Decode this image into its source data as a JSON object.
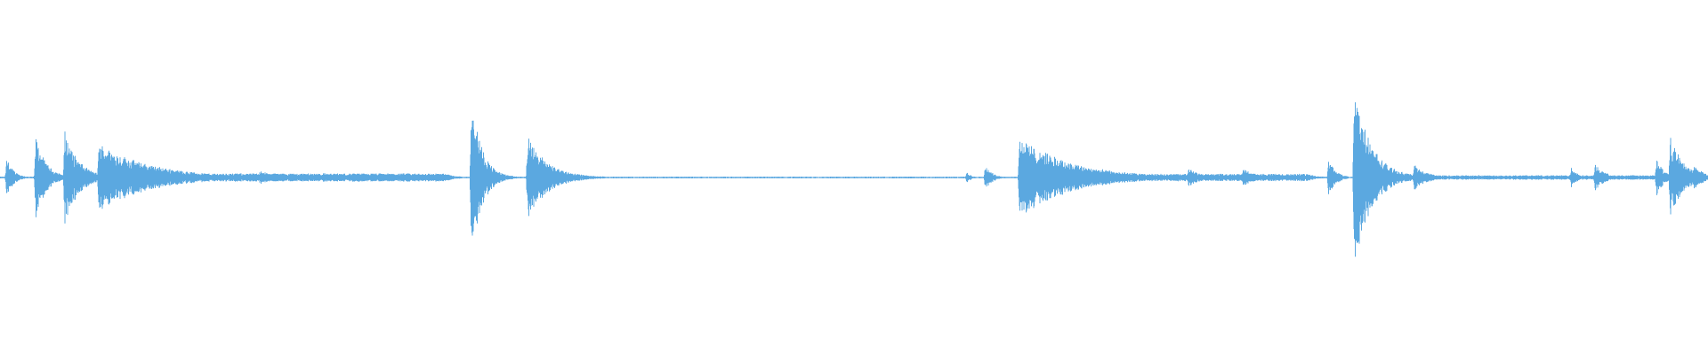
{
  "waveform": {
    "color": "#5ba8e0",
    "background": "#ffffff",
    "amplitude_scale": "linear",
    "baseline_noise_level": 0.02,
    "transients": [
      {
        "position": 0.004,
        "peak": 0.22,
        "decay": 0.004
      },
      {
        "position": 0.021,
        "peak": 0.45,
        "decay": 0.006
      },
      {
        "position": 0.038,
        "peak": 0.52,
        "decay": 0.008
      },
      {
        "position": 0.058,
        "peak": 0.38,
        "decay": 0.03
      },
      {
        "position": 0.152,
        "peak": 0.08,
        "decay": 0.01
      },
      {
        "position": 0.19,
        "peak": 0.05,
        "decay": 0.01
      },
      {
        "position": 0.276,
        "peak": 0.95,
        "decay": 0.006
      },
      {
        "position": 0.309,
        "peak": 0.45,
        "decay": 0.012
      },
      {
        "position": 0.566,
        "peak": 0.06,
        "decay": 0.003
      },
      {
        "position": 0.577,
        "peak": 0.14,
        "decay": 0.004
      },
      {
        "position": 0.597,
        "peak": 0.45,
        "decay": 0.03
      },
      {
        "position": 0.696,
        "peak": 0.1,
        "decay": 0.008
      },
      {
        "position": 0.728,
        "peak": 0.1,
        "decay": 0.008
      },
      {
        "position": 0.778,
        "peak": 0.22,
        "decay": 0.004
      },
      {
        "position": 0.793,
        "peak": 1.0,
        "decay": 0.01
      },
      {
        "position": 0.828,
        "peak": 0.14,
        "decay": 0.008
      },
      {
        "position": 0.92,
        "peak": 0.12,
        "decay": 0.004
      },
      {
        "position": 0.934,
        "peak": 0.14,
        "decay": 0.006
      },
      {
        "position": 0.97,
        "peak": 0.22,
        "decay": 0.004
      },
      {
        "position": 0.978,
        "peak": 0.45,
        "decay": 0.008
      },
      {
        "position": 0.992,
        "peak": 0.14,
        "decay": 0.006
      }
    ],
    "sustained_sections": [
      {
        "start": 0.06,
        "end": 0.27,
        "level": 0.045
      },
      {
        "start": 0.6,
        "end": 0.775,
        "level": 0.04
      },
      {
        "start": 0.81,
        "end": 1.0,
        "level": 0.025
      }
    ]
  }
}
